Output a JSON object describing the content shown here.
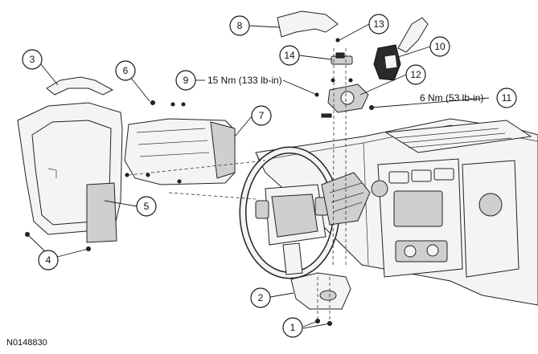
{
  "figure_id": "N0148830",
  "callouts": [
    {
      "num": "1"
    },
    {
      "num": "2"
    },
    {
      "num": "3"
    },
    {
      "num": "4"
    },
    {
      "num": "5"
    },
    {
      "num": "6"
    },
    {
      "num": "7"
    },
    {
      "num": "8"
    },
    {
      "num": "9"
    },
    {
      "num": "10"
    },
    {
      "num": "11"
    },
    {
      "num": "12"
    },
    {
      "num": "13"
    },
    {
      "num": "14"
    }
  ],
  "torque_specs": {
    "item_9": "15 Nm (133 lb-in)",
    "item_11": "6 Nm (53 lb-in)"
  }
}
